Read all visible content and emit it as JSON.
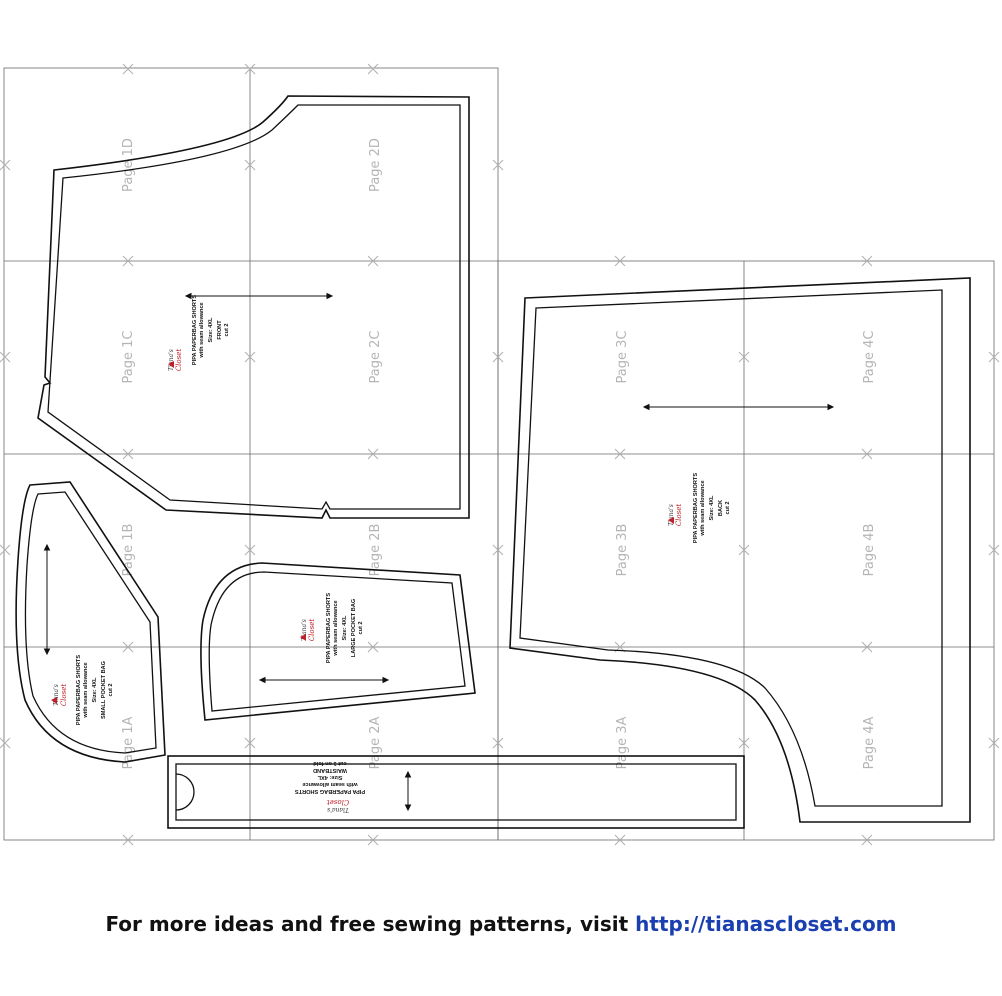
{
  "pages": [
    {
      "id": "1A",
      "label": "Page 1A"
    },
    {
      "id": "2A",
      "label": "Page 2A"
    },
    {
      "id": "3A",
      "label": "Page 3A"
    },
    {
      "id": "4A",
      "label": "Page 4A"
    },
    {
      "id": "1B",
      "label": "Page 1B"
    },
    {
      "id": "2B",
      "label": "Page 2B"
    },
    {
      "id": "3B",
      "label": "Page 3B"
    },
    {
      "id": "4B",
      "label": "Page 4B"
    },
    {
      "id": "1C",
      "label": "Page 1C"
    },
    {
      "id": "2C",
      "label": "Page 2C"
    },
    {
      "id": "3C",
      "label": "Page 3C"
    },
    {
      "id": "4C",
      "label": "Page 4C"
    },
    {
      "id": "1D",
      "label": "Page 1D"
    },
    {
      "id": "2D",
      "label": "Page 2D"
    }
  ],
  "brand": {
    "line1": "Tiana's",
    "line2": "Closet"
  },
  "pieces": {
    "front": {
      "title": "PIPA PAPERBAG SHORTS",
      "subtitle": "with seam allowance",
      "size": "Size: 4XL",
      "name": "FRONT",
      "cut": "cut 2"
    },
    "back": {
      "title": "PIPA PAPERBAG SHORTS",
      "subtitle": "with seam allowance",
      "size": "Size: 4XL",
      "name": "BACK",
      "cut": "cut 2"
    },
    "small_pocket": {
      "title": "PIPA PAPERBAG SHORTS",
      "subtitle": "with seam allowance",
      "size": "Size: 4XL",
      "name": "SMALL POCKET BAG",
      "cut": "cut 2"
    },
    "large_pocket": {
      "title": "PIPA PAPERBAG SHORTS",
      "subtitle": "with seam allowance",
      "size": "Size: 4XL",
      "name": "LARGE POCKET BAG",
      "cut": "cut 2"
    },
    "waistband": {
      "title": "PIPA PAPERBAG SHORTS",
      "subtitle": "with seam allowance",
      "size": "Size: 4XL",
      "name": "WAISTBAND",
      "cut": "cut 1 on fold"
    }
  },
  "footer": {
    "text": "For more ideas and free sewing patterns, visit ",
    "link": "http://tianascloset.com"
  },
  "colors": {
    "line": "#111111",
    "grid": "#555555",
    "label": "#b5b5b5",
    "brand_red": "#c0202a",
    "link": "#1a3fb0"
  }
}
